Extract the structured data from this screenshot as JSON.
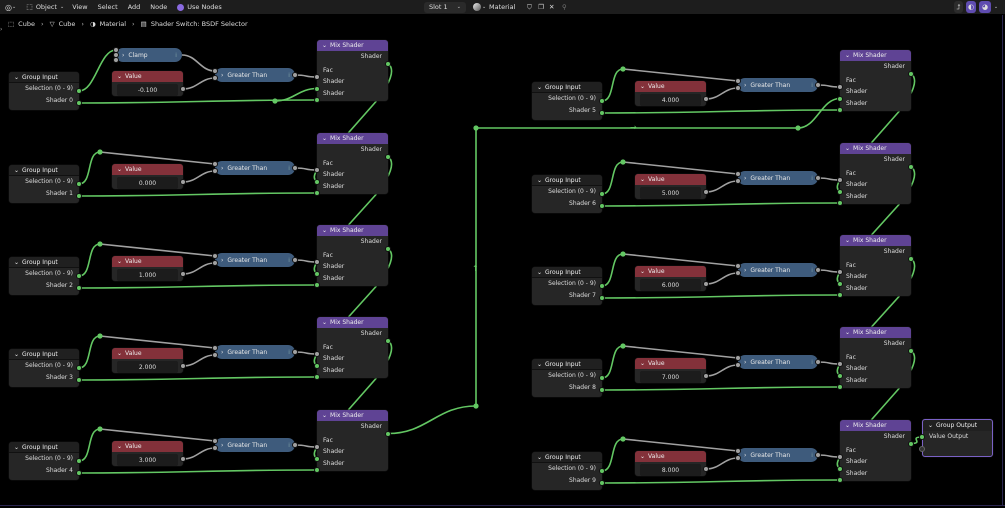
{
  "header": {
    "editor_icon": "node-editor-icon",
    "mode": "Object",
    "menus": [
      "View",
      "Select",
      "Add",
      "Node"
    ],
    "use_nodes_label": "Use Nodes",
    "slot": "Slot 1",
    "material_name": "Material"
  },
  "breadcrumb": {
    "items": [
      "Cube",
      "Cube",
      "Material",
      "Shader Switch: BSDF Selector"
    ]
  },
  "colors": {
    "wire_shader": "#63c763",
    "wire_float": "#a1a1a1",
    "mix_header": "#5f4394",
    "value_header": "#83313a",
    "math_node": "#3e5b7c",
    "node_body": "#262626",
    "background": "#000000"
  },
  "labels": {
    "group_input": "Group Input",
    "selection": "Selection (0 - 9)",
    "value": "Value",
    "greater_than": "Greater Than",
    "clamp": "Clamp",
    "mix_shader": "Mix Shader",
    "shader": "Shader",
    "fac": "Fac",
    "group_output": "Group Output",
    "value_output": "Value Output"
  },
  "rows": [
    {
      "shader_input": "Shader 0",
      "threshold": "-0.100",
      "has_clamp": true
    },
    {
      "shader_input": "Shader 1",
      "threshold": "0.000",
      "has_clamp": false
    },
    {
      "shader_input": "Shader 2",
      "threshold": "1.000",
      "has_clamp": false
    },
    {
      "shader_input": "Shader 3",
      "threshold": "2.000",
      "has_clamp": false
    },
    {
      "shader_input": "Shader 4",
      "threshold": "3.000",
      "has_clamp": false
    },
    {
      "shader_input": "Shader 5",
      "threshold": "4.000",
      "has_clamp": false
    },
    {
      "shader_input": "Shader 6",
      "threshold": "5.000",
      "has_clamp": false
    },
    {
      "shader_input": "Shader 7",
      "threshold": "6.000",
      "has_clamp": false
    },
    {
      "shader_input": "Shader 8",
      "threshold": "7.000",
      "has_clamp": false
    },
    {
      "shader_input": "Shader 9",
      "threshold": "8.000",
      "has_clamp": false
    }
  ]
}
